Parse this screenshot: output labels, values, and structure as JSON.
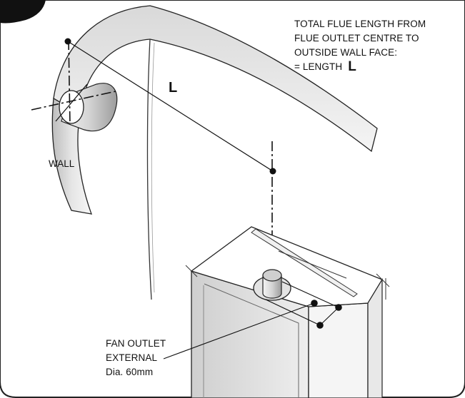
{
  "notes": {
    "line1": "TOTAL FLUE LENGTH FROM",
    "line2": "FLUE OUTLET CENTRE TO",
    "line3": "OUTSIDE WALL FACE:",
    "line4": "= LENGTH",
    "length_symbol": "L"
  },
  "labels": {
    "length_marker": "L",
    "wall": "WALL",
    "fan_line1": "FAN OUTLET",
    "fan_line2": "EXTERNAL",
    "fan_line3": "Dia. 60mm"
  }
}
